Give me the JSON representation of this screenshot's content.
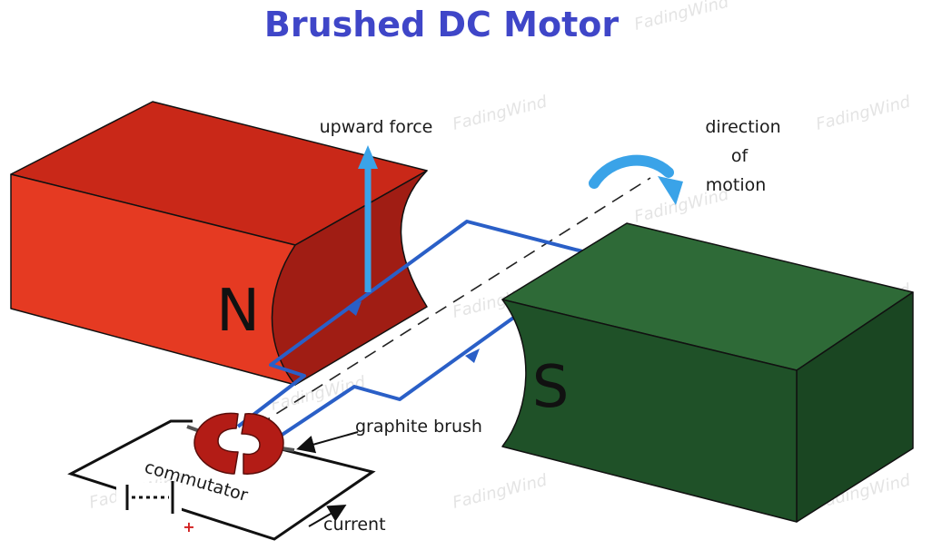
{
  "title": "Brushed DC Motor",
  "labels": {
    "north_pole": "N",
    "south_pole": "S",
    "upward_force": "upward force",
    "direction_line1": "direction",
    "direction_line2": "of",
    "direction_line3": "motion",
    "graphite_brush": "graphite brush",
    "commutator": "commutator",
    "current": "current",
    "battery_plus": "+"
  },
  "watermark": "FadingWind",
  "colors": {
    "title": "#3f46c8",
    "north_front": "#e53a22",
    "north_top": "#c92818",
    "north_face": "#a01d14",
    "south_front": "#1f5128",
    "south_top": "#2e6a37",
    "south_face": "#1a4622",
    "wire": "#2a5fc7",
    "force_arrow": "#3aa3e8",
    "commutator": "#b31c16"
  }
}
